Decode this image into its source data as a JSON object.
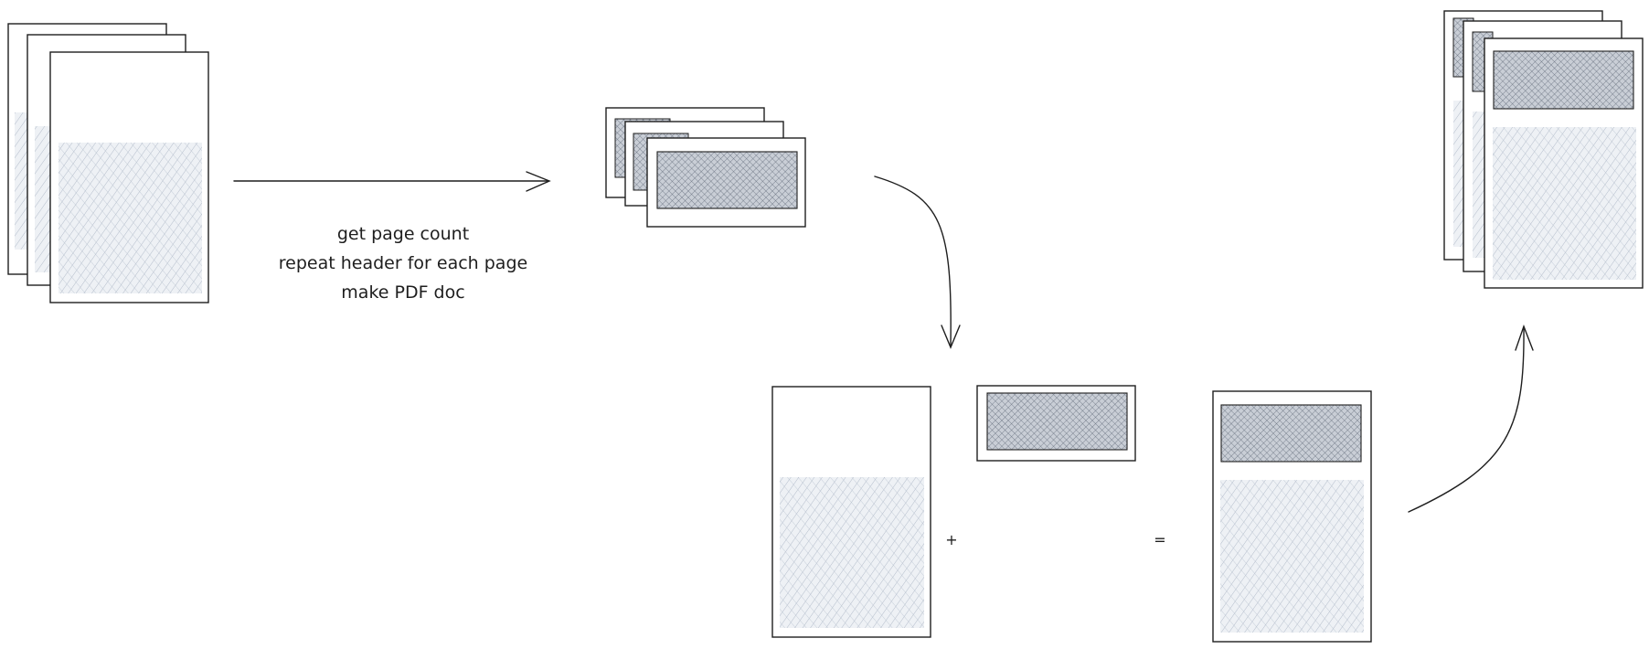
{
  "diagram": {
    "caption_lines": [
      "get page count",
      "repeat header for each page",
      "make PDF doc"
    ],
    "plus_symbol": "+",
    "equals_symbol": "=",
    "colors": {
      "stroke": "#1e1e1e",
      "body_hatch": "#a5b0c0",
      "body_fill": "#eef1f5",
      "header_hatch": "#5a6473",
      "header_fill": "#c3c9d1",
      "page_fill": "#ffffff"
    }
  }
}
